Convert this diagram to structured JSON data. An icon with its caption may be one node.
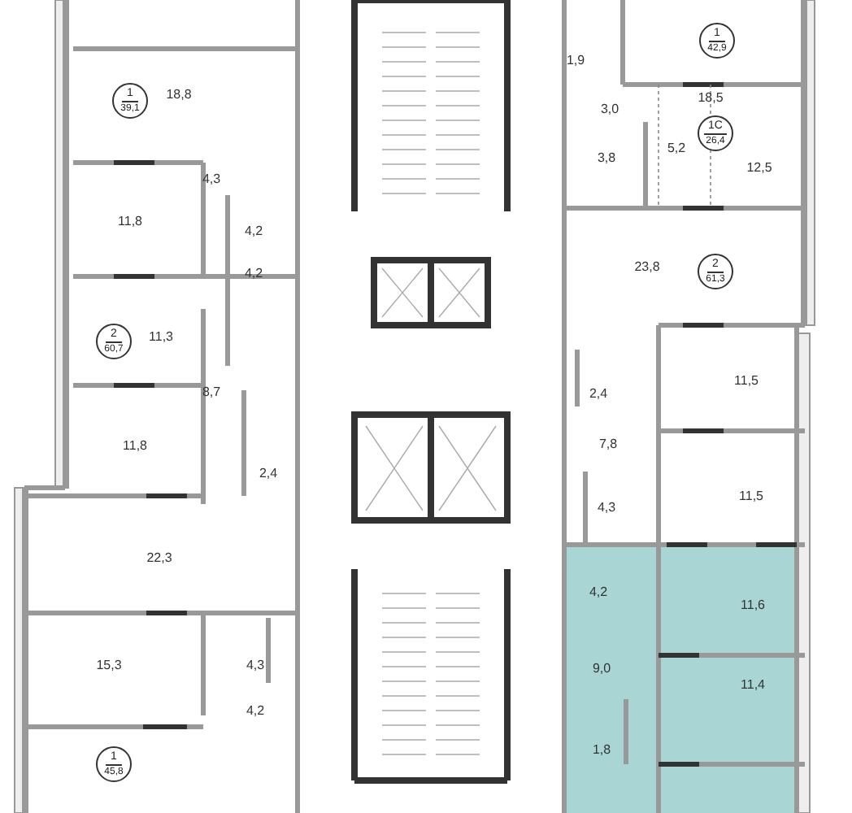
{
  "diagram": {
    "nodes": [
      {
        "text": [
          "1",
          "39,1"
        ]
      },
      {
        "text": [
          "2",
          "60,7"
        ]
      },
      {
        "text": [
          "1",
          "45,8"
        ]
      },
      {
        "text": [
          "1",
          "42,9"
        ]
      },
      {
        "text": [
          "1С",
          "26,4"
        ]
      },
      {
        "text": [
          "2",
          "61,3"
        ]
      }
    ],
    "labels": [
      "18,8",
      "4,3",
      "11,8",
      "4,2",
      "4,2",
      "11,3",
      "8,7",
      "11,8",
      "2,4",
      "22,3",
      "15,3",
      "4,3",
      "4,2",
      "1,9",
      "18,5",
      "3,0",
      "5,2",
      "3,8",
      "12,5",
      "23,8",
      "2,4",
      "11,5",
      "7,8",
      "4,3",
      "11,5",
      "4,2",
      "11,6",
      "9,0",
      "11,4",
      "1,8"
    ]
  }
}
